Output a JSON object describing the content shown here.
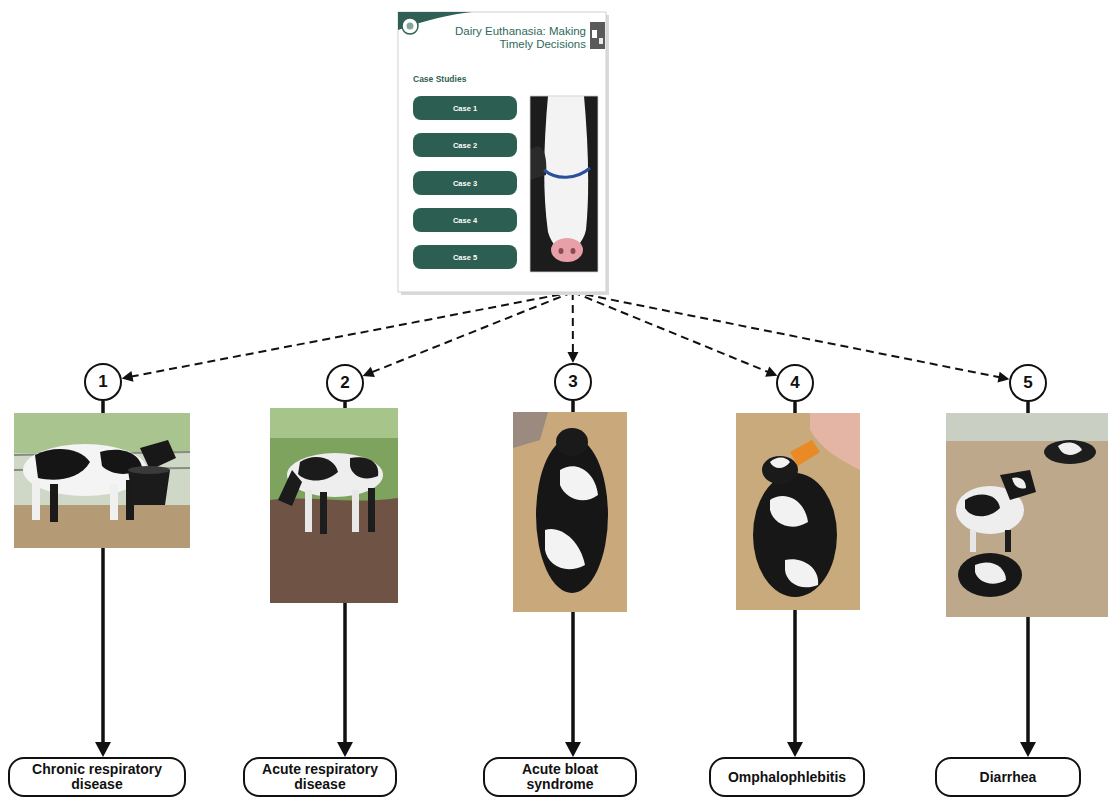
{
  "diagram": {
    "nodes": [
      {
        "text": [
          "Dairy Euthanasia: Making Timely Decisions",
          "Case Studies"
        ]
      },
      {
        "text": [
          "Case 1"
        ],
        "in": 0
      },
      {
        "text": [
          "Case 2"
        ],
        "in": 0
      },
      {
        "text": [
          "Case 3"
        ],
        "in": 0
      },
      {
        "text": [
          "Case 4"
        ],
        "in": 0
      },
      {
        "text": [
          "Case 5"
        ],
        "in": 0
      },
      {
        "text": [
          "1"
        ]
      },
      {
        "text": [
          "2"
        ]
      },
      {
        "text": [
          "3"
        ]
      },
      {
        "text": [
          "4"
        ]
      },
      {
        "text": [
          "5"
        ]
      },
      {
        "text": [
          "Chronic respiratory disease"
        ]
      },
      {
        "text": [
          "Acute respiratory disease"
        ]
      },
      {
        "text": [
          "Acute bloat syndrome"
        ]
      },
      {
        "text": [
          "Omphalophlebitis"
        ]
      },
      {
        "text": [
          "Diarrhea"
        ]
      }
    ],
    "edges": [
      {
        "from": 0,
        "to": 6,
        "arrow": "to"
      },
      {
        "from": 0,
        "to": 7,
        "arrow": "to"
      },
      {
        "from": 0,
        "to": 8,
        "arrow": "to"
      },
      {
        "from": 0,
        "to": 9,
        "arrow": "to"
      },
      {
        "from": 0,
        "to": 10,
        "arrow": "to"
      },
      {
        "from": 6,
        "to": 11,
        "arrow": "to"
      },
      {
        "from": 7,
        "to": 12,
        "arrow": "to"
      },
      {
        "from": 8,
        "to": 13,
        "arrow": "to"
      },
      {
        "from": 9,
        "to": 14,
        "arrow": "to"
      },
      {
        "from": 10,
        "to": 15,
        "arrow": "to"
      }
    ]
  }
}
